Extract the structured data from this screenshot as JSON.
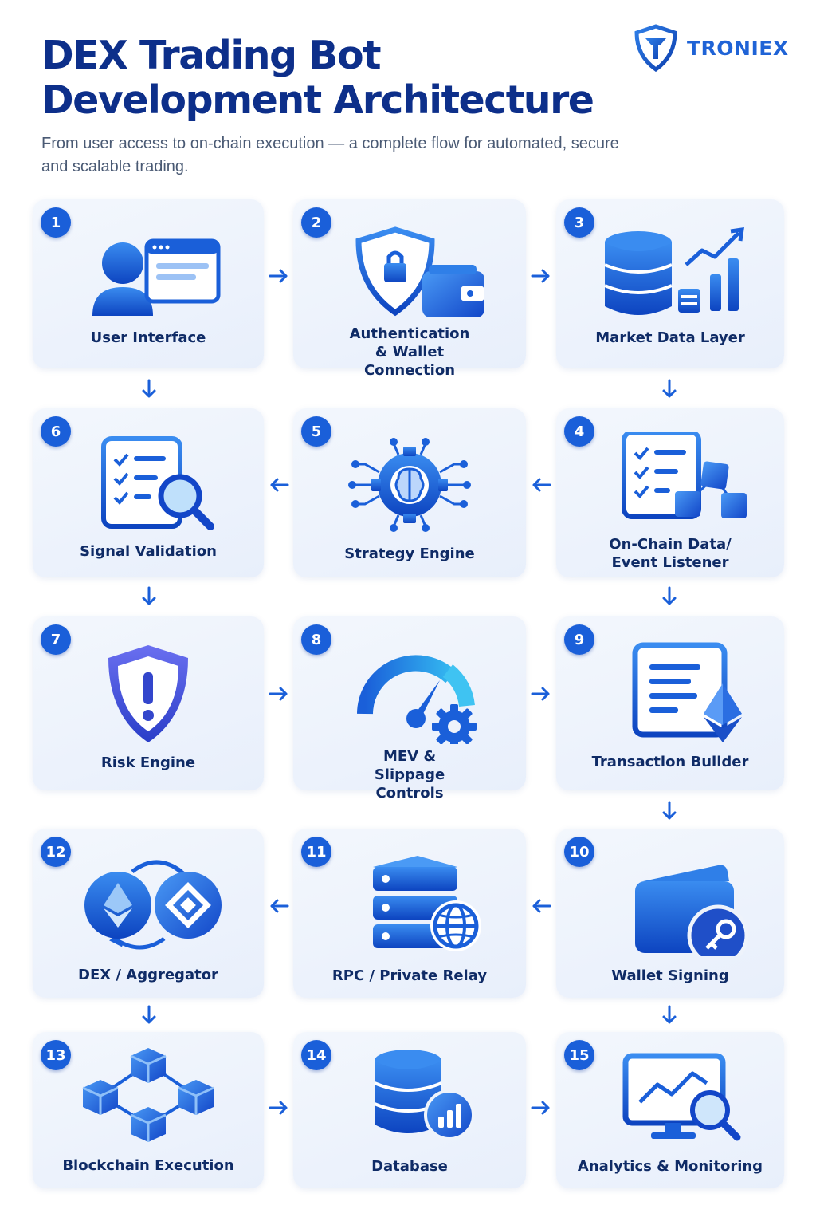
{
  "header": {
    "title_line1": "DEX Trading Bot",
    "title_line2": "Development Architecture",
    "subtitle": "From user access to on-chain execution — a complete flow for automated, secure and scalable trading.",
    "brand": "TRONIEX"
  },
  "colors": {
    "title": "#0d2f8a",
    "accent": "#1a5fd9",
    "card_bg": "#eef3fb",
    "label": "#0f2b66"
  },
  "steps": [
    {
      "number": "1",
      "label": "User Interface",
      "icon": "user-screen-icon"
    },
    {
      "number": "2",
      "label": "Authentication & Wallet Connection",
      "icon": "shield-lock-wallet-icon"
    },
    {
      "number": "3",
      "label": "Market Data Layer",
      "icon": "database-chart-icon"
    },
    {
      "number": "4",
      "label": "On-Chain Data/ Event Listener",
      "icon": "checklist-blocks-icon"
    },
    {
      "number": "5",
      "label": "Strategy Engine",
      "icon": "brain-gear-icon"
    },
    {
      "number": "6",
      "label": "Signal Validation",
      "icon": "checklist-magnifier-icon"
    },
    {
      "number": "7",
      "label": "Risk Engine",
      "icon": "shield-warning-icon"
    },
    {
      "number": "8",
      "label": "MEV & Slippage Controls",
      "icon": "gauge-gear-icon"
    },
    {
      "number": "9",
      "label": "Transaction Builder",
      "icon": "document-ethereum-icon"
    },
    {
      "number": "10",
      "label": "Wallet Signing",
      "icon": "wallet-key-icon"
    },
    {
      "number": "11",
      "label": "RPC / Private Relay",
      "icon": "server-globe-icon"
    },
    {
      "number": "12",
      "label": "DEX / Aggregator",
      "icon": "token-swap-icon"
    },
    {
      "number": "13",
      "label": "Blockchain Execution",
      "icon": "blockchain-cubes-icon"
    },
    {
      "number": "14",
      "label": "Database",
      "icon": "database-bars-icon"
    },
    {
      "number": "15",
      "label": "Analytics & Monitoring",
      "icon": "monitor-analytics-icon"
    }
  ]
}
